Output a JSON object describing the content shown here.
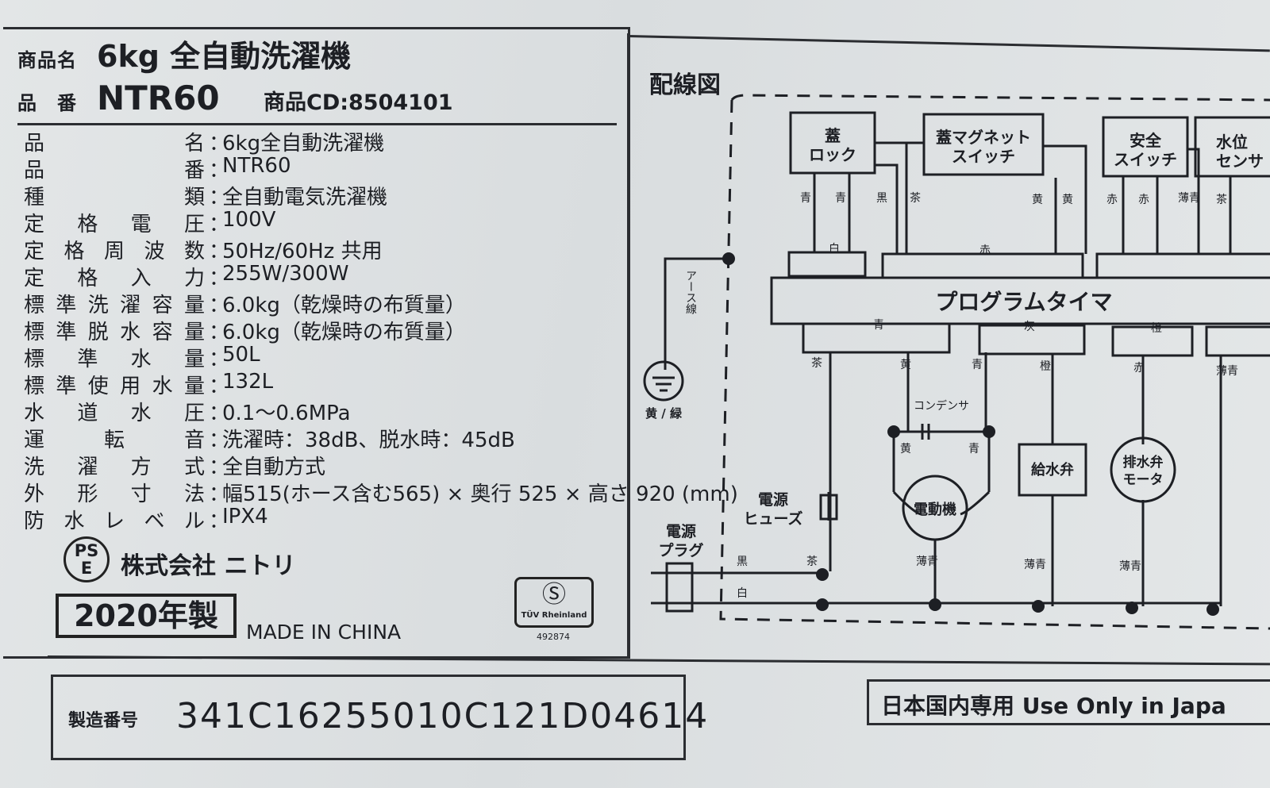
{
  "header": {
    "product_name_label": "商品名",
    "product_name": "6kg 全自動洗濯機",
    "model_label": "品　番",
    "model": "NTR60",
    "product_cd": "商品CD:8504101"
  },
  "specs": [
    {
      "key": "品名",
      "value": "6kg全自動洗濯機"
    },
    {
      "key": "品番",
      "value": "NTR60"
    },
    {
      "key": "種類",
      "value": "全自動電気洗濯機"
    },
    {
      "key": "定格電圧",
      "value": "100V"
    },
    {
      "key": "定格周波数",
      "value": "50Hz/60Hz 共用"
    },
    {
      "key": "定格入力",
      "value": "255W/300W"
    },
    {
      "key": "標準洗濯容量",
      "value": "6.0kg（乾燥時の布質量）"
    },
    {
      "key": "標準脱水容量",
      "value": "6.0kg（乾燥時の布質量）"
    },
    {
      "key": "標準水量",
      "value": "50L"
    },
    {
      "key": "標準使用水量",
      "value": "132L"
    },
    {
      "key": "水道水圧",
      "value": "0.1〜0.6MPa"
    },
    {
      "key": "運転音",
      "value": "洗濯時：38dB、脱水時：45dB"
    },
    {
      "key": "洗濯方式",
      "value": "全自動方式"
    },
    {
      "key": "外形寸法",
      "value": "幅515(ホース含む565) × 奥行 525 × 高さ 920 (mm)"
    },
    {
      "key": "防水レベル",
      "value": "IPX4"
    }
  ],
  "colon": "：",
  "pse_mark": {
    "line1": "PS",
    "line2": "E"
  },
  "company": "株式会社 ニトリ",
  "year": "2020年製",
  "made_in": "MADE IN CHINA",
  "tuv": {
    "text": "TÜV Rheinland",
    "number": "492874"
  },
  "serial": {
    "label": "製造番号",
    "number": "341C16255010C121D04614"
  },
  "japan_only": "日本国内専用 Use Only in Japa",
  "diagram": {
    "title": "配線図",
    "components": {
      "lid_lock": [
        "蓋",
        "ロック"
      ],
      "lid_magnet_switch": [
        "蓋マグネット",
        "スイッチ"
      ],
      "safety_switch": [
        "安全",
        "スイッチ"
      ],
      "water_sensor": [
        "水位",
        "センサ"
      ],
      "program_timer": "プログラムタイマ",
      "capacitor": "コンデンサ",
      "motor": "電動機",
      "water_valve": "給水弁",
      "drain_motor": [
        "排水弁",
        "モータ"
      ],
      "fuse": [
        "電源",
        "ヒューズ"
      ],
      "plug": [
        "電源",
        "プラグ"
      ],
      "earth_wire": "アース線",
      "earth_color": "黄 / 緑"
    },
    "wire_colors": {
      "blue": "青",
      "black": "黒",
      "brown": "茶",
      "yellow": "黄",
      "red": "赤",
      "light_blue": "薄青",
      "white": "白",
      "gray": "灰",
      "orange": "橙"
    }
  }
}
